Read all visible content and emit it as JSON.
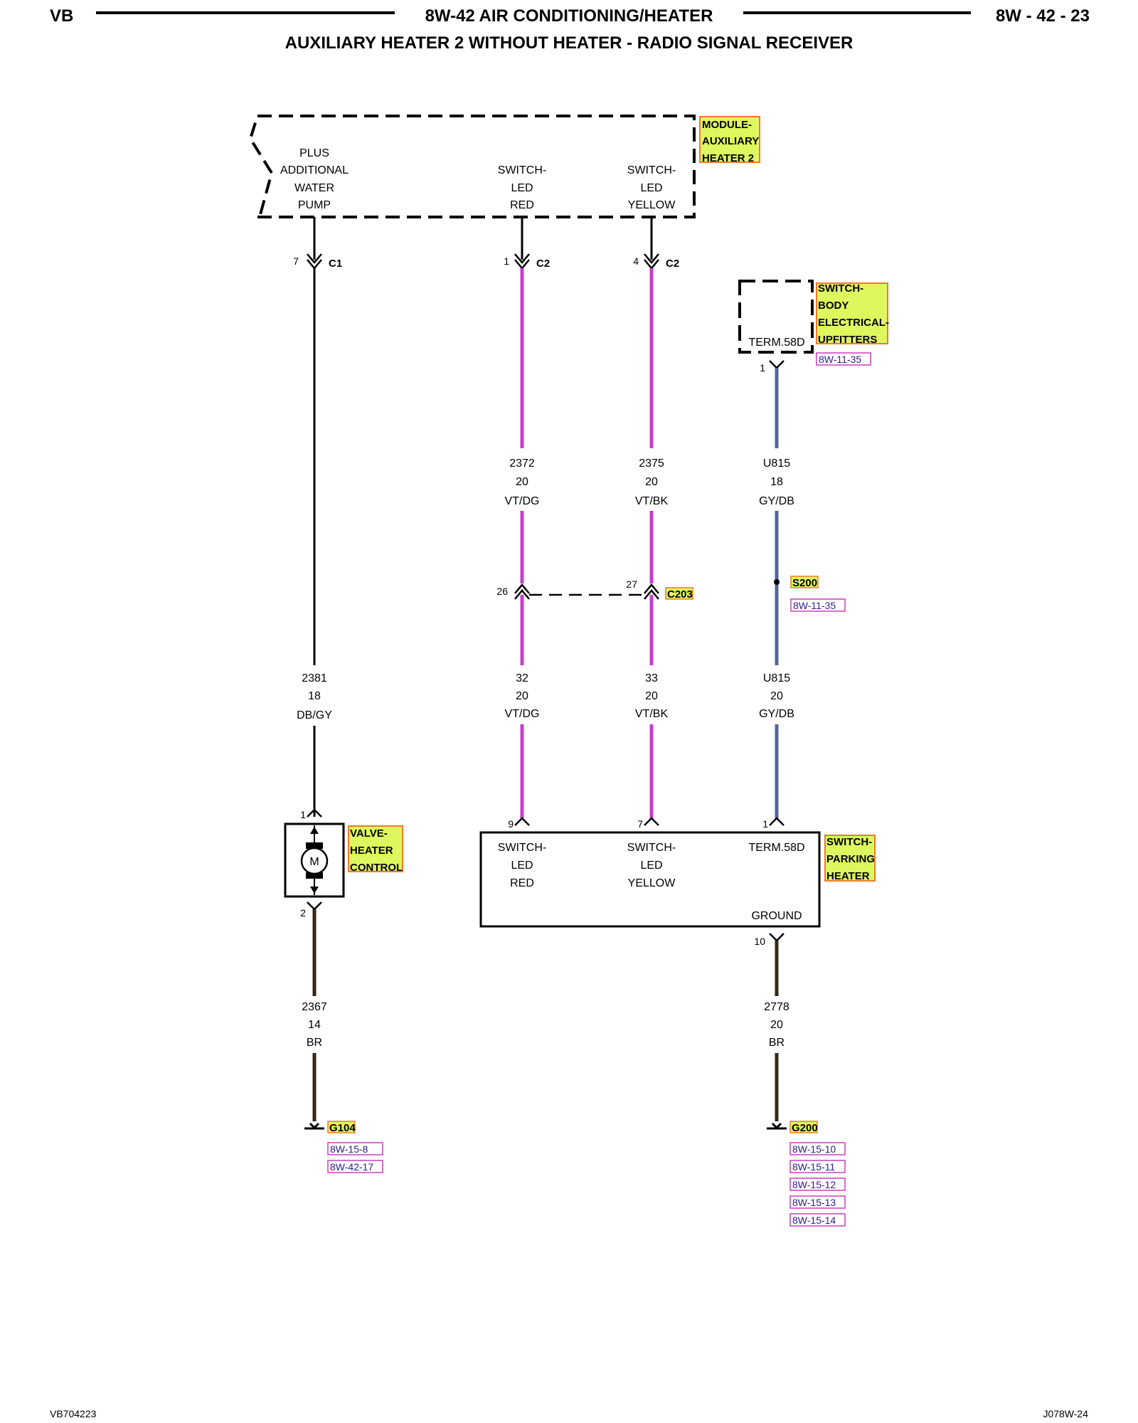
{
  "header": {
    "left": "VB",
    "center": "8W-42 AIR CONDITIONING/HEATER",
    "right": "8W - 42 - 23",
    "subtitle": "AUXILIARY HEATER 2 WITHOUT HEATER - RADIO SIGNAL RECEIVER"
  },
  "colors": {
    "violet_wire": "#c53fcf",
    "gray_blue_wire": "#55649a",
    "brown_wire": "#3a2414",
    "label_highlight": "#dff75e",
    "label_border": "#f27a26",
    "ref_border": "#cc3fbf",
    "ref_text": "#2a1e8c"
  },
  "module": {
    "name_lines": [
      "MODULE-",
      "AUXILIARY",
      "HEATER 2"
    ],
    "pump_lines": [
      "PLUS",
      "ADDITIONAL",
      "WATER",
      "PUMP"
    ],
    "red_lines": [
      "SWITCH-",
      "LED",
      "RED"
    ],
    "yellow_lines": [
      "SWITCH-",
      "LED",
      "YELLOW"
    ]
  },
  "connectors": {
    "c1": {
      "pin": "7",
      "name": "C1"
    },
    "c2_red": {
      "pin": "1",
      "name": "C2"
    },
    "c2_yellow": {
      "pin": "4",
      "name": "C2"
    },
    "c203_left_pin": "26",
    "c203_right_pin": "27",
    "c203_name": "C203"
  },
  "upfitter_switch": {
    "name_lines": [
      "SWITCH-",
      "BODY",
      "ELECTRICAL-",
      "UPFITTERS"
    ],
    "term": "TERM.58D",
    "pin": "1",
    "ref": "8W-11-35"
  },
  "wires": {
    "w2372": [
      "2372",
      "20",
      "VT/DG"
    ],
    "w2375": [
      "2375",
      "20",
      "VT/BK"
    ],
    "wU815_top": [
      "U815",
      "18",
      "GY/DB"
    ],
    "w2381": [
      "2381",
      "18",
      "DB/GY"
    ],
    "w32": [
      "32",
      "20",
      "VT/DG"
    ],
    "w33": [
      "33",
      "20",
      "VT/BK"
    ],
    "wU815_bottom": [
      "U815",
      "20",
      "GY/DB"
    ],
    "w2367": [
      "2367",
      "14",
      "BR"
    ],
    "w2778": [
      "2778",
      "20",
      "BR"
    ]
  },
  "splice": {
    "name": "S200",
    "ref": "8W-11-35"
  },
  "valve": {
    "name_lines": [
      "VALVE-",
      "HEATER",
      "CONTROL"
    ],
    "motor": "M",
    "pin_top": "1",
    "pin_bottom": "2"
  },
  "parking_switch": {
    "name_lines": [
      "SWITCH-",
      "PARKING",
      "HEATER"
    ],
    "red_lines": [
      "SWITCH-",
      "LED",
      "RED"
    ],
    "yellow_lines": [
      "SWITCH-",
      "LED",
      "YELLOW"
    ],
    "term": "TERM.58D",
    "ground": "GROUND",
    "pin_red": "9",
    "pin_yellow": "7",
    "pin_term": "1",
    "pin_ground": "10"
  },
  "grounds": {
    "g104": {
      "name": "G104",
      "refs": [
        "8W-15-8",
        "8W-42-17"
      ]
    },
    "g200": {
      "name": "G200",
      "refs": [
        "8W-15-10",
        "8W-15-11",
        "8W-15-12",
        "8W-15-13",
        "8W-15-14"
      ]
    }
  },
  "footer": {
    "left": "VB704223",
    "right": "J078W-24"
  }
}
